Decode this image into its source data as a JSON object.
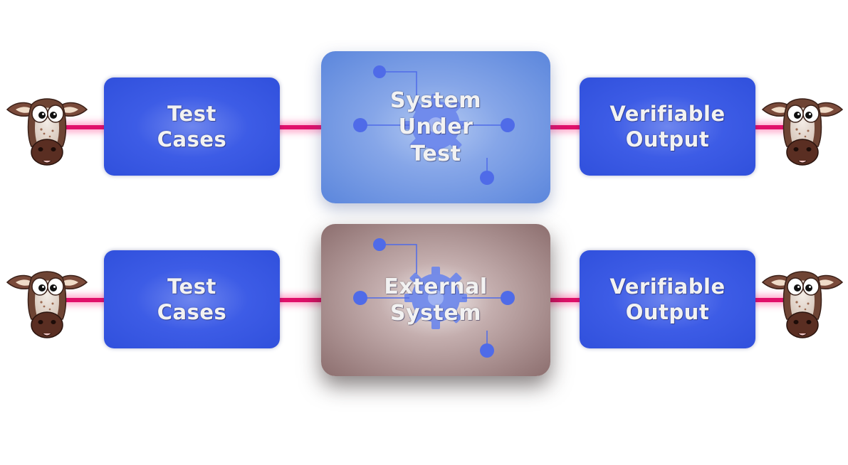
{
  "rows": [
    {
      "input_box": {
        "label": "Test\nCases"
      },
      "center_box": {
        "label": "System\nUnder\nTest",
        "style": "blue"
      },
      "output_box": {
        "label": "Verifiable\nOutput"
      }
    },
    {
      "input_box": {
        "label": "Test\nCases"
      },
      "center_box": {
        "label": "External\nSystem",
        "style": "brown"
      },
      "output_box": {
        "label": "Verifiable\nOutput"
      }
    }
  ],
  "colors": {
    "box_blue": "#3d5ce6",
    "center_blue": "#86a6e8",
    "center_brown": "#8c6e6e",
    "connector": "#e0106a",
    "circuit_node": "#4f6be8",
    "gear": "#6b86ec"
  },
  "icons": {
    "left_mascot": "cow-head-icon",
    "right_mascot": "cow-head-icon",
    "center_decoration": "gear-circuit-icon"
  }
}
